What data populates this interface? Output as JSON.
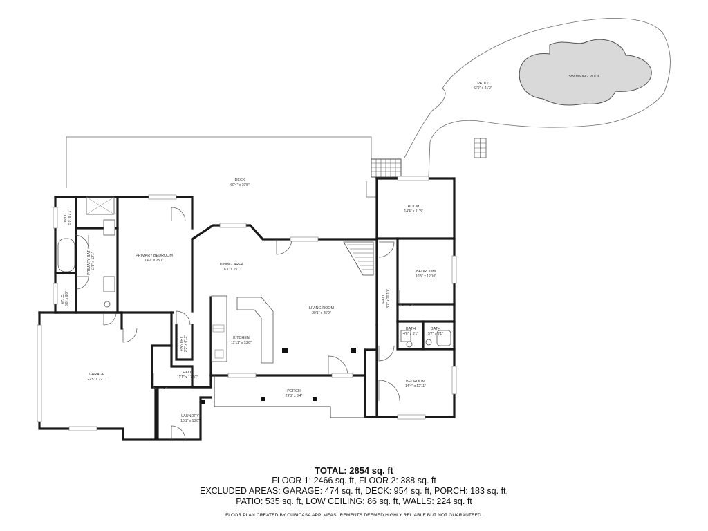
{
  "rooms": {
    "deck": {
      "name": "DECK",
      "dims": "60'4\" x 19'5\""
    },
    "patio": {
      "name": "PATIO",
      "dims": "43'9\" x 21'2\""
    },
    "pool": {
      "name": "SWIMMING POOL"
    },
    "room": {
      "name": "ROOM",
      "dims": "14'4\" x 11'8\""
    },
    "bedroom1": {
      "name": "BEDROOM",
      "dims": "10'5\" x 12'10\""
    },
    "hall_right": {
      "name": "HALL",
      "dims": "3'7\" x 20'10\""
    },
    "bath_a": {
      "name": "BATH",
      "dims": "4'6\" x 5'1\""
    },
    "bath_b": {
      "name": "BATH",
      "dims": "5'7\" x 5'1\""
    },
    "bedroom2": {
      "name": "BEDROOM",
      "dims": "14'4\" x 12'11\""
    },
    "primary_bedroom": {
      "name": "PRIMARY BEDROOM",
      "dims": "14'2\" x 25'1\""
    },
    "dining": {
      "name": "DINING AREA",
      "dims": "16'1\" x 15'1\""
    },
    "living": {
      "name": "LIVING ROOM",
      "dims": "20'1\" x 25'9\""
    },
    "kitchen": {
      "name": "KITCHEN",
      "dims": "11'11\" x 13'6\""
    },
    "pantry": {
      "name": "PANTRY",
      "dims": "3'3\" x 6'11\""
    },
    "hall_main": {
      "name": "HALL",
      "dims": "11'1\" x 17'10\""
    },
    "garage": {
      "name": "GARAGE",
      "dims": "22'5\" x 22'1\""
    },
    "laundry": {
      "name": "LAUNDRY",
      "dims": "10'1\" x 10'0\""
    },
    "porch": {
      "name": "PORCH",
      "dims": "29'3\" x 8'4\""
    },
    "wic1": {
      "name": "W.I.C.",
      "dims": "5'9\" x 7'1\""
    },
    "wic2": {
      "name": "W.I.C.",
      "dims": "6'0\" x 6'0\""
    },
    "primary_bath": {
      "name": "PRIMARY BATH",
      "dims": "11'8\" x 12'1\""
    }
  },
  "summary": {
    "total": "TOTAL: 2854 sq. ft",
    "floors": "FLOOR 1: 2466 sq. ft, FLOOR 2: 388 sq. ft",
    "excluded_line1": "EXCLUDED AREAS: GARAGE: 474 sq. ft, DECK: 954 sq. ft, PORCH: 183 sq. ft,",
    "excluded_line2": "PATIO: 535 sq. ft, LOW CEILING: 86 sq. ft, WALLS: 224 sq. ft",
    "disclaimer": "FLOOR PLAN CREATED BY CUBICASA APP. MEASUREMENTS DEEMED HIGHLY RELIABLE BUT NOT GUARANTEED."
  }
}
